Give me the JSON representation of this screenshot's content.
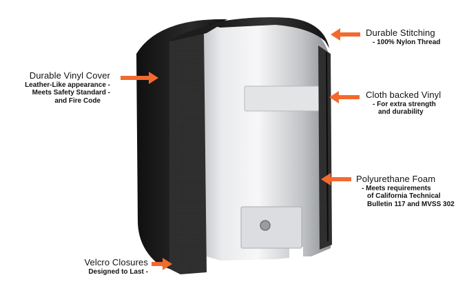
{
  "callouts": {
    "durable_stitching": {
      "title": "Durable Stitching",
      "lines": [
        "- 100% Nylon Thread"
      ]
    },
    "vinyl_cover": {
      "title": "Durable Vinyl Cover",
      "lines": [
        "Leather-Like appearance -",
        "Meets Safety Standard -",
        "and Fire Code"
      ]
    },
    "cloth_backed": {
      "title": "Cloth backed Vinyl",
      "lines": [
        "- For extra strength",
        "and durability"
      ]
    },
    "foam": {
      "title": "Polyurethane Foam",
      "lines": [
        "- Meets requirements",
        "of California Technical",
        "Bulletin 117 and MVSS 302"
      ]
    },
    "velcro": {
      "title": "Velcro Closures",
      "lines": [
        "Designed to Last -"
      ]
    }
  },
  "colors": {
    "arrow": "#f26a2e",
    "jacket": "#1c1c1c",
    "tank": "#c9cbce"
  }
}
